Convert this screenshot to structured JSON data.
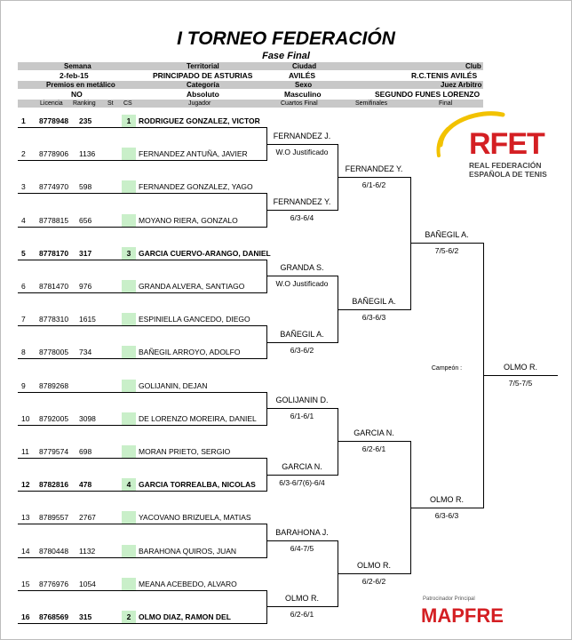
{
  "title": "I TORNEO FEDERACIÓN",
  "subtitle": "Fase Final",
  "info": {
    "row1_labels": [
      "Semana",
      "Territorial",
      "Ciudad",
      "Club"
    ],
    "row1_values": [
      "2-feb-15",
      "PRINCIPADO DE ASTURIAS",
      "AVILÉS",
      "R.C.TENIS AVILÉS"
    ],
    "row2_labels": [
      "Premios en metálico",
      "Categoría",
      "Sexo",
      "Juez Arbitro"
    ],
    "row2_values": [
      "NO",
      "Absoluto",
      "Masculino",
      "SEGUNDO FUNES LORENZO"
    ]
  },
  "columns": {
    "licencia": "Licencia",
    "ranking": "Ranking",
    "st": "St",
    "cs": "CS",
    "jugador": "Jugador",
    "cuartos": "Cuartos Final",
    "semis": "Semifinales",
    "final": "Final"
  },
  "players": [
    {
      "n": "1",
      "lic": "8778948",
      "rank": "235",
      "seed": "1",
      "name": "RODRIGUEZ GONZALEZ, VICTOR",
      "bold": true
    },
    {
      "n": "2",
      "lic": "8778906",
      "rank": "1136",
      "seed": "",
      "name": "FERNANDEZ ANTUÑA, JAVIER",
      "bold": false
    },
    {
      "n": "3",
      "lic": "8774970",
      "rank": "598",
      "seed": "",
      "name": "FERNANDEZ GONZALEZ, YAGO",
      "bold": false
    },
    {
      "n": "4",
      "lic": "8778815",
      "rank": "656",
      "seed": "",
      "name": "MOYANO RIERA, GONZALO",
      "bold": false
    },
    {
      "n": "5",
      "lic": "8778170",
      "rank": "317",
      "seed": "3",
      "name": "GARCIA CUERVO-ARANGO, DANIEL",
      "bold": true
    },
    {
      "n": "6",
      "lic": "8781470",
      "rank": "976",
      "seed": "",
      "name": "GRANDA ALVERA, SANTIAGO",
      "bold": false
    },
    {
      "n": "7",
      "lic": "8778310",
      "rank": "1615",
      "seed": "",
      "name": "ESPINIELLA GANCEDO, DIEGO",
      "bold": false
    },
    {
      "n": "8",
      "lic": "8778005",
      "rank": "734",
      "seed": "",
      "name": "BAÑEGIL ARROYO, ADOLFO",
      "bold": false
    },
    {
      "n": "9",
      "lic": "8789268",
      "rank": "",
      "seed": "",
      "name": "GOLIJANIN, DEJAN",
      "bold": false
    },
    {
      "n": "10",
      "lic": "8792005",
      "rank": "3098",
      "seed": "",
      "name": "DE LORENZO MOREIRA, DANIEL",
      "bold": false
    },
    {
      "n": "11",
      "lic": "8779574",
      "rank": "698",
      "seed": "",
      "name": "MORAN PRIETO, SERGIO",
      "bold": false
    },
    {
      "n": "12",
      "lic": "8782816",
      "rank": "478",
      "seed": "4",
      "name": "GARCIA TORREALBA, NICOLAS",
      "bold": true
    },
    {
      "n": "13",
      "lic": "8789557",
      "rank": "2767",
      "seed": "",
      "name": "YACOVANO BRIZUELA, MATIAS",
      "bold": false
    },
    {
      "n": "14",
      "lic": "8780448",
      "rank": "1132",
      "seed": "",
      "name": "BARAHONA QUIROS, JUAN",
      "bold": false
    },
    {
      "n": "15",
      "lic": "8776976",
      "rank": "1054",
      "seed": "",
      "name": "MEANA ACEBEDO, ALVARO",
      "bold": false
    },
    {
      "n": "16",
      "lic": "8768569",
      "rank": "315",
      "seed": "2",
      "name": "OLMO DIAZ, RAMON DEL",
      "bold": true
    }
  ],
  "r2": [
    {
      "w": "FERNANDEZ J.",
      "s": "W.O Justificado"
    },
    {
      "w": "FERNANDEZ Y.",
      "s": "6/3-6/4"
    },
    {
      "w": "GRANDA S.",
      "s": "W.O Justificado"
    },
    {
      "w": "BAÑEGIL A.",
      "s": "6/3-6/2"
    },
    {
      "w": "GOLIJANIN D.",
      "s": "6/1-6/1"
    },
    {
      "w": "GARCIA N.",
      "s": "6/3-6/7(6)-6/4"
    },
    {
      "w": "BARAHONA J.",
      "s": "6/4-7/5"
    },
    {
      "w": "OLMO R.",
      "s": "6/2-6/1"
    }
  ],
  "r3": [
    {
      "w": "FERNANDEZ Y.",
      "s": "6/1-6/2"
    },
    {
      "w": "BAÑEGIL A.",
      "s": "6/3-6/3"
    },
    {
      "w": "GARCIA N.",
      "s": "6/2-6/1"
    },
    {
      "w": "OLMO R.",
      "s": "6/2-6/2"
    }
  ],
  "r4": [
    {
      "w": "BAÑEGIL A.",
      "s": "7/5-6/2"
    },
    {
      "w": "OLMO R.",
      "s": "6/3-6/3"
    }
  ],
  "champion": {
    "label": "Campeón :",
    "w": "OLMO R.",
    "s": "7/5-7/5"
  },
  "logo": {
    "mark": "RFET",
    "line1": "REAL FEDERACIÓN",
    "line2": "ESPAÑOLA DE TENIS",
    "color": "#d41f23",
    "ball_color": "#f2c200"
  },
  "sponsor": {
    "label": "Patrocinador Principal",
    "name": "MAPFRE",
    "color": "#d41f23"
  }
}
